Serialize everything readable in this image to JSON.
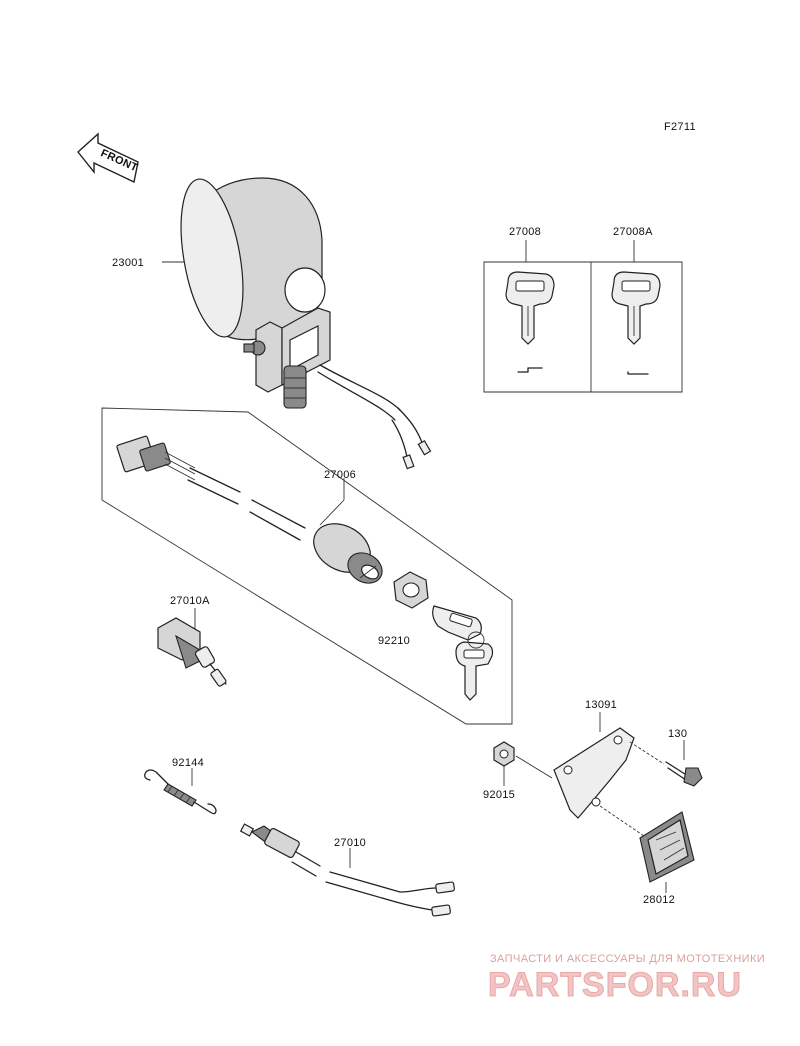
{
  "figure_code": "F2711",
  "front_arrow_label": "FRONT",
  "callouts": [
    {
      "id": "23001"
    },
    {
      "id": "27008"
    },
    {
      "id": "27008A"
    },
    {
      "id": "27006"
    },
    {
      "id": "92210"
    },
    {
      "id": "27010A"
    },
    {
      "id": "13091"
    },
    {
      "id": "130"
    },
    {
      "id": "92015"
    },
    {
      "id": "92144"
    },
    {
      "id": "27010"
    },
    {
      "id": "28012"
    }
  ],
  "watermark": {
    "tagline": "ЗАПЧАСТИ И АКСЕССУАРЫ ДЛЯ МОТОТЕХНИКИ",
    "brand": "PARTSFOR.RU"
  },
  "colors": {
    "line": "#222222",
    "watermark": "#e8a8a8"
  }
}
